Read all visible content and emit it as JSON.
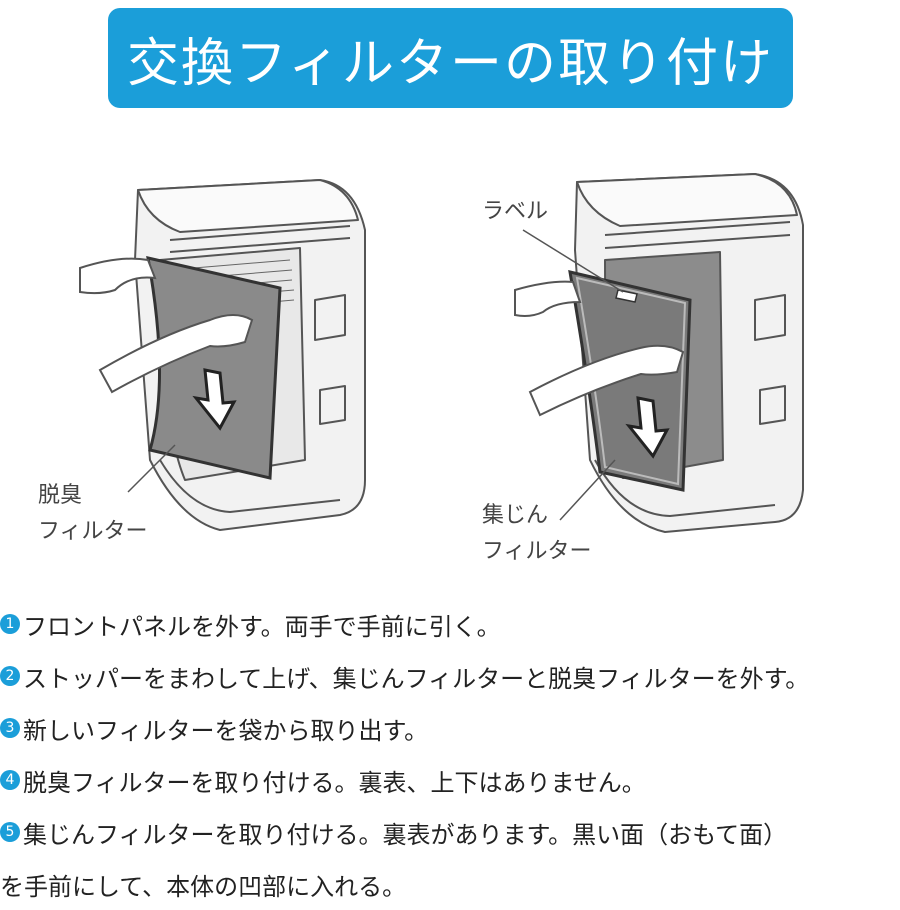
{
  "title": "交換フィルターの取り付け",
  "illustrations": {
    "left": {
      "label_line1": "脱臭",
      "label_line2": "フィルター"
    },
    "right": {
      "top_label": "ラベル",
      "label_line1": "集じん",
      "label_line2": "フィルター"
    }
  },
  "steps": [
    {
      "num": "1",
      "text": "フロントパネルを外す。両手で手前に引く。"
    },
    {
      "num": "2",
      "text": "ストッパーをまわして上げ、集じんフィルターと脱臭フィルターを外す。"
    },
    {
      "num": "3",
      "text": "新しいフィルターを袋から取り出す。"
    },
    {
      "num": "4",
      "text": "脱臭フィルターを取り付ける。裏表、上下はありません。"
    },
    {
      "num": "5",
      "text": "集じんフィルターを取り付ける。裏表があります。黒い面（おもて面）"
    }
  ],
  "step5_continuation": "を手前にして、本体の凹部に入れる。",
  "colors": {
    "accent": "#1b9ed9"
  }
}
